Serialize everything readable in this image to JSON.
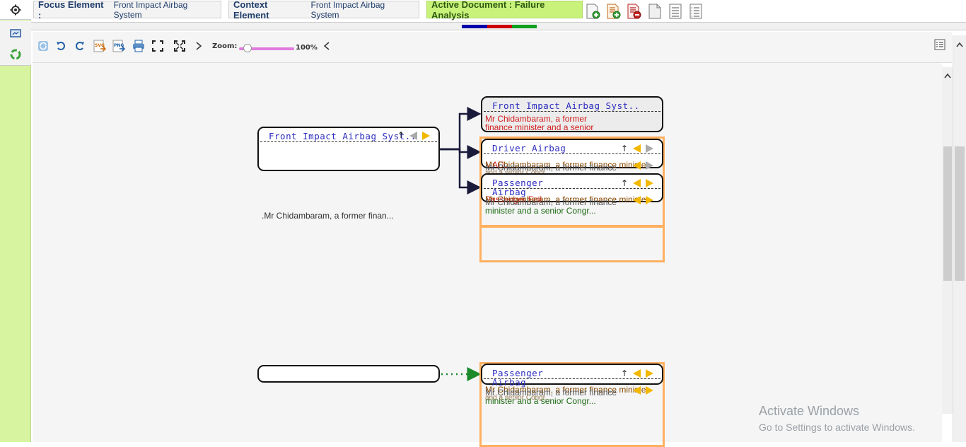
{
  "topbar": {
    "focus_label": "Focus Element :",
    "focus_value": "Front Impact Airbag System",
    "context_label": "Context Element",
    "context_value": "Front Impact Airbag System",
    "active_label": "Active Document : Failure Analysis"
  },
  "toolbar": {
    "zoom_label": "Zoom:",
    "zoom_value": "100%",
    "zoom_level": 0.15,
    "svg_label": "SVG",
    "png_label": "PNG"
  },
  "colors": {
    "strip": [
      "#0000aa",
      "#cc0000",
      "#10a020"
    ],
    "orange": "#ffb060",
    "rail": "#d7f5a0",
    "active_pill": "#c9f27a"
  },
  "diagram": {
    "root": {
      "title": "Front Impact Airbag Syst.."
    },
    "root_description": ".Mr Chidambaram, a former finan...",
    "children": [
      {
        "title": "Front Impact Airbag Syst..",
        "text_red": [
          "Mr Chidambaram, a former",
          "finance minister and a senior"
        ]
      },
      {
        "title": "Driver Airbag",
        "text_red": "MAFL",
        "text_brown": "Mr Chidambaram, a former finance minister",
        "text_brown2": "Mr Chidambaram, a former finance",
        "text_brown3": "and a senior Congr..."
      },
      {
        "title": "Passenger",
        "title2": "Airbag",
        "text_red": "Passenger Fail..",
        "text_brown": "Mr Chidambaram, a former finance minister",
        "text_brown2": "Mr Chidambaram, a former finance",
        "text_green": "minister and a senior Congr..."
      }
    ],
    "bottom": {
      "title": "Passenger",
      "title2": "Airbag",
      "text_brown": "Mr Chidambaram, a former finance minister",
      "text_brown2": "Mr Chidambaram, a former finance",
      "text_brown3": "and a senior Congr...",
      "text_green": "minister and a senior Congr..."
    }
  },
  "watermark": {
    "line1": "Activate Windows",
    "line2": "Go to Settings to activate Windows."
  }
}
